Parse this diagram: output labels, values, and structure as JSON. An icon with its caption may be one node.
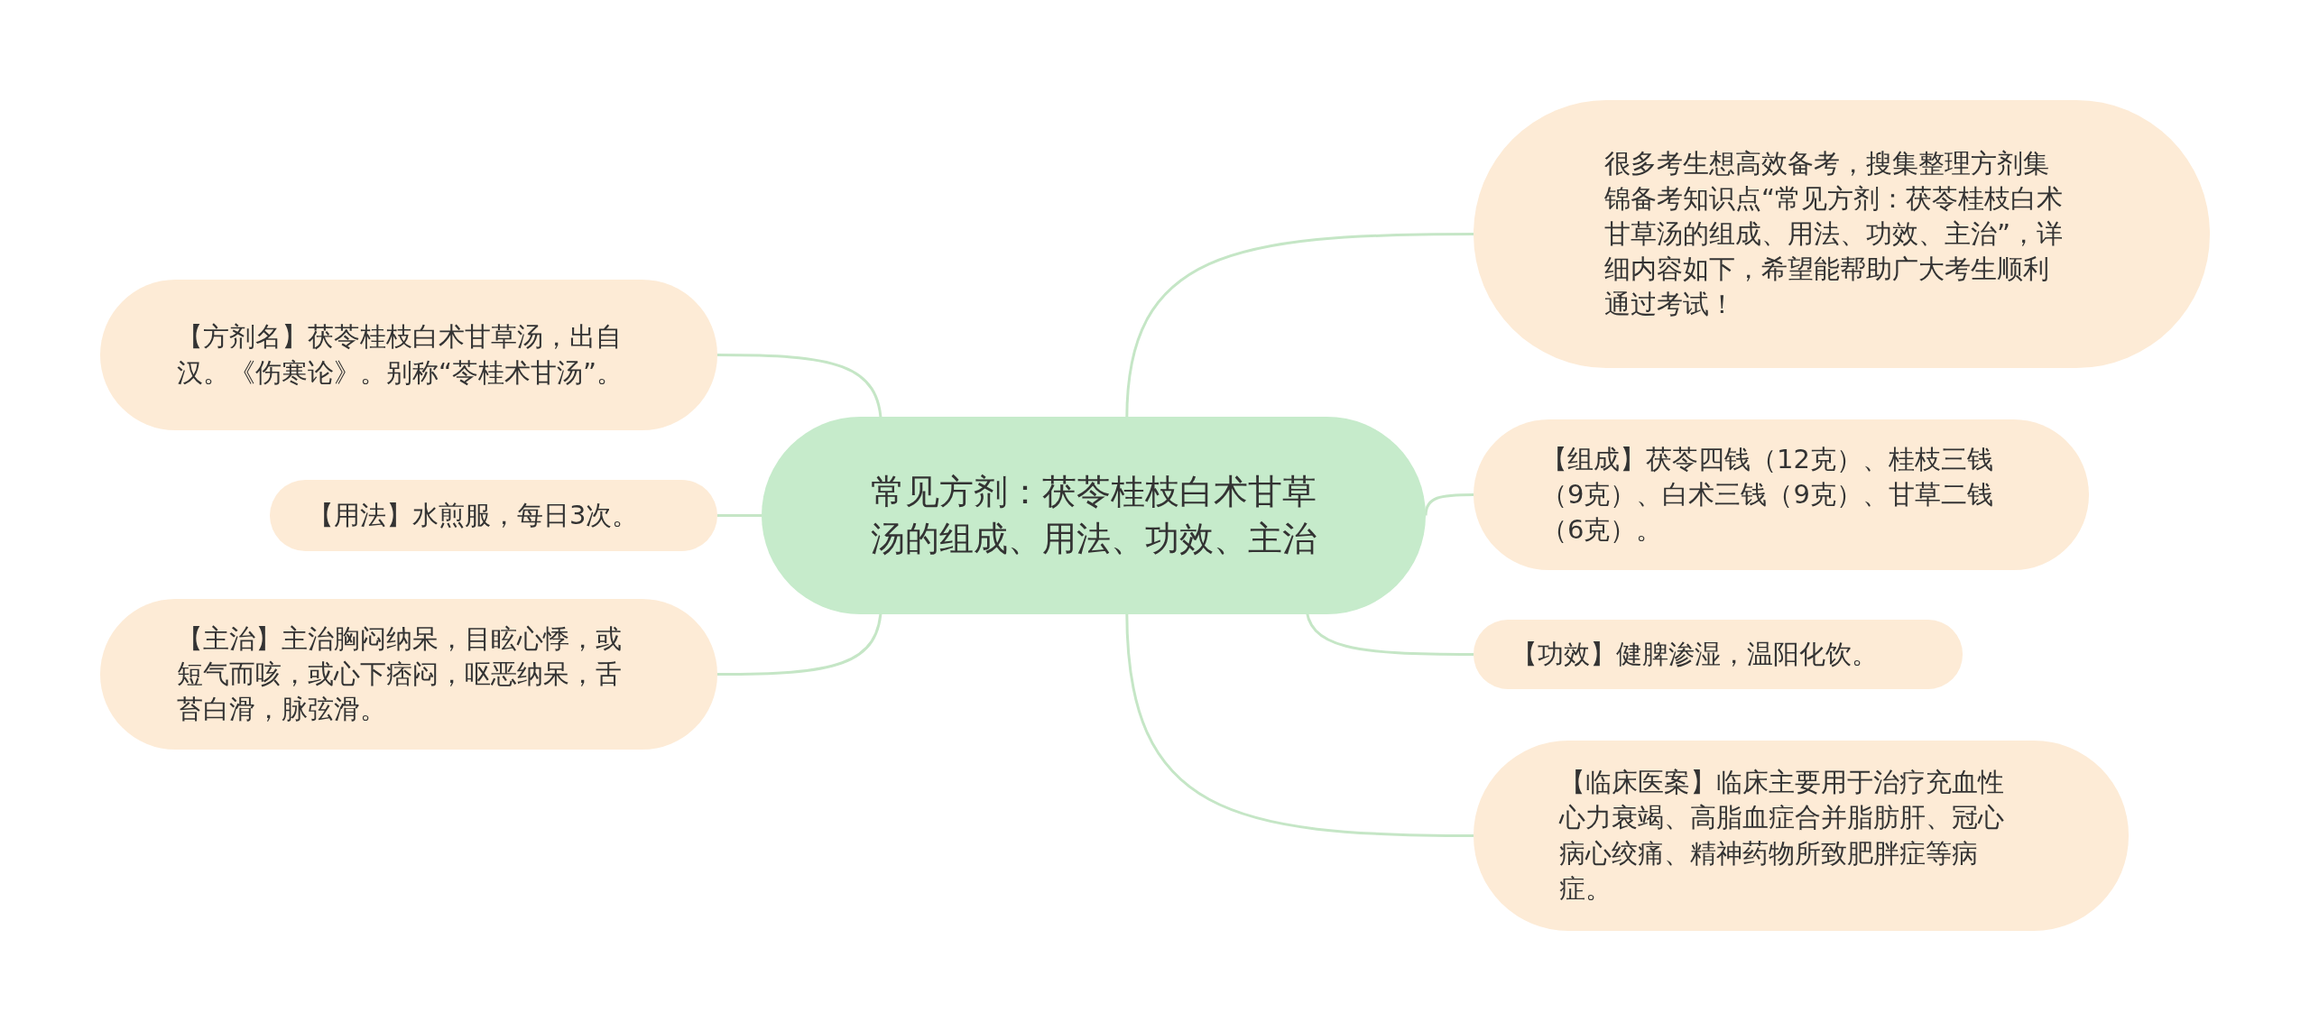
{
  "diagram": {
    "nodes": [
      {
        "text": [
          "常见方剂：茯苓桂枝白术甘草汤的组成、用法、功效、主治"
        ]
      },
      {
        "text": [
          "【方剂名】茯苓桂枝白术甘草汤，出自汉。《伤寒论》。别称“苓桂术甘汤”。"
        ]
      },
      {
        "text": [
          "【用法】水煎服，每日3次。"
        ]
      },
      {
        "text": [
          "【主治】主治胸闷纳呆，目眩心悸，或短气而咳，或心下痞闷，呕恶纳呆，舌苔白滑，脉弦滑。"
        ]
      },
      {
        "text": [
          "很多考生想高效备考，搜集整理方剂集锦备考知识点“常见方剂：茯苓桂枝白术甘草汤的组成、用法、功效、主治”，详细内容如下，希望能帮助广大考生顺利通过考试！"
        ]
      },
      {
        "text": [
          "【组成】茯苓四钱（12克）、桂枝三钱（9克）、白术三钱（9克）、甘草二钱（6克）。"
        ]
      },
      {
        "text": [
          "【功效】健脾渗湿，温阳化饮。"
        ]
      },
      {
        "text": [
          "【临床医案】临床主要用于治疗充血性心力衰竭、高脂血症合并脂肪肝、冠心病心绞痛、精神药物所致肥胖症等病症。"
        ]
      }
    ],
    "edges": [
      {
        "from": 0,
        "to": 1,
        "arrow": "none"
      },
      {
        "from": 0,
        "to": 2,
        "arrow": "none"
      },
      {
        "from": 0,
        "to": 3,
        "arrow": "none"
      },
      {
        "from": 0,
        "to": 4,
        "arrow": "none"
      },
      {
        "from": 0,
        "to": 5,
        "arrow": "none"
      },
      {
        "from": 0,
        "to": 6,
        "arrow": "none"
      },
      {
        "from": 0,
        "to": 7,
        "arrow": "none"
      }
    ]
  }
}
